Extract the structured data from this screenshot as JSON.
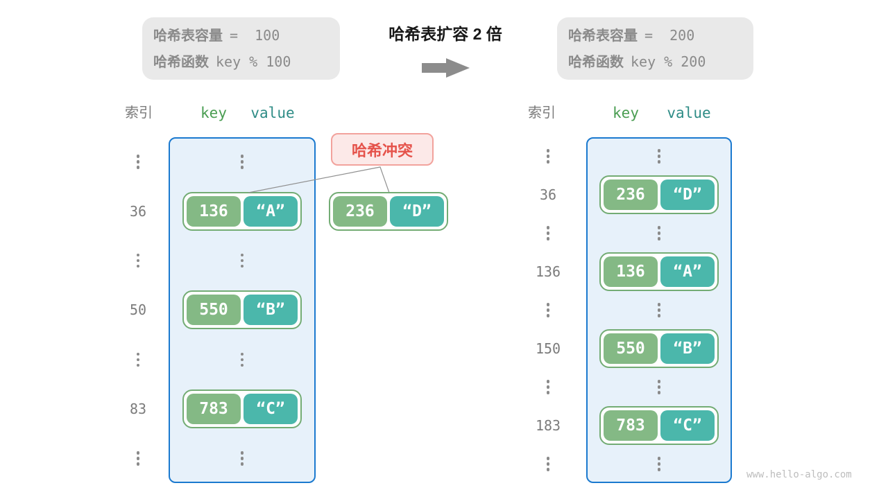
{
  "title": "哈希表扩容 2 倍",
  "info_left": {
    "line1_label": "哈希表容量",
    "line1_value": "=  100",
    "line2_label": "哈希函数",
    "line2_value": "key % 100"
  },
  "info_right": {
    "line1_label": "哈希表容量",
    "line1_value": "=  200",
    "line2_label": "哈希函数",
    "line2_value": "key % 200"
  },
  "headers_left": {
    "index": "索引",
    "key": "key",
    "value": "value"
  },
  "headers_right": {
    "index": "索引",
    "key": "key",
    "value": "value"
  },
  "collision": {
    "label": "哈希冲突"
  },
  "floating_pair": {
    "key": "236",
    "value": "“D”"
  },
  "left_table": {
    "rows": [
      {
        "type": "dots"
      },
      {
        "type": "entry",
        "index": "36",
        "key": "136",
        "value": "“A”"
      },
      {
        "type": "dots"
      },
      {
        "type": "entry",
        "index": "50",
        "key": "550",
        "value": "“B”"
      },
      {
        "type": "dots"
      },
      {
        "type": "entry",
        "index": "83",
        "key": "783",
        "value": "“C”"
      },
      {
        "type": "dots"
      }
    ]
  },
  "right_table": {
    "rows": [
      {
        "type": "dots"
      },
      {
        "type": "entry",
        "index": "36",
        "key": "236",
        "value": "“D”"
      },
      {
        "type": "dots"
      },
      {
        "type": "entry",
        "index": "136",
        "key": "136",
        "value": "“A”"
      },
      {
        "type": "dots"
      },
      {
        "type": "entry",
        "index": "150",
        "key": "550",
        "value": "“B”"
      },
      {
        "type": "dots"
      },
      {
        "type": "entry",
        "index": "183",
        "key": "783",
        "value": "“C”"
      },
      {
        "type": "dots"
      }
    ]
  },
  "watermark": "www.hello-algo.com",
  "colors": {
    "table-border": "#1A79CF",
    "table-bg": "#E7F1FA",
    "key-green": "#84B985",
    "value-teal": "#4BB7AB",
    "pair-border": "#73AC74",
    "key-header": "#4A9D52",
    "value-header": "#2E8C86",
    "gray-text": "#8A8A8A",
    "index-text": "#7B7B7B",
    "title-text": "#181818",
    "collision-text": "#E5534B",
    "collision-border": "#F2A29C",
    "collision-bg": "#FCE9E8",
    "infobox-bg": "#E9E9E9",
    "arrow-gray": "#8C8C8C",
    "watermark": "#BDBDBD",
    "line-gray": "#909090"
  }
}
